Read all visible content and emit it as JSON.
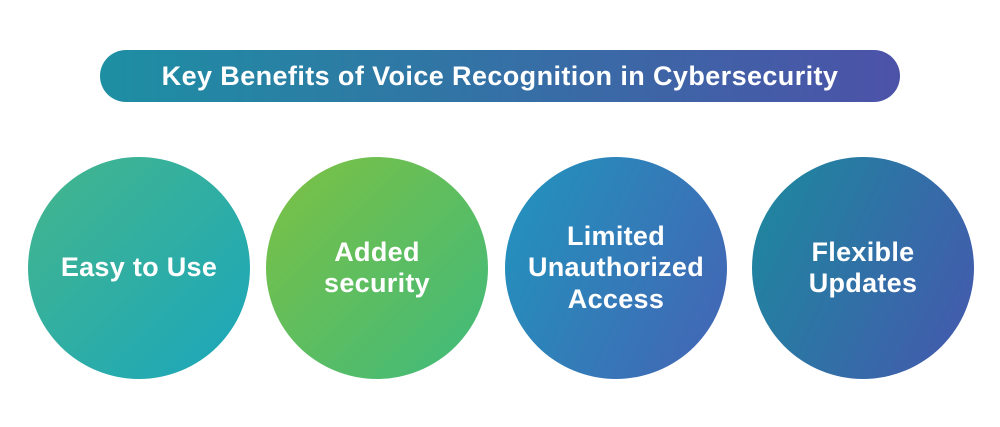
{
  "banner": {
    "title": "Key Benefits of Voice Recognition in Cybersecurity",
    "text_color": "#ffffff",
    "gradient": {
      "angle": "90deg",
      "start": "#1d8fa3",
      "end": "#4c52a8"
    }
  },
  "benefits": [
    {
      "label": "Easy to Use",
      "lines": [
        "Easy to Use"
      ],
      "text_color": "#ffffff",
      "gradient": {
        "angle": "135deg",
        "start": "#45b68b",
        "end": "#1aa6bc"
      }
    },
    {
      "label": "Added security",
      "lines": [
        "Added",
        "security"
      ],
      "text_color": "#ffffff",
      "gradient": {
        "angle": "135deg",
        "start": "#7ec142",
        "end": "#3eba7d"
      }
    },
    {
      "label": "Limited Unauthorized Access",
      "lines": [
        "Limited",
        "Unauthorized",
        "Access"
      ],
      "text_color": "#ffffff",
      "gradient": {
        "angle": "115deg",
        "start": "#2095bd",
        "end": "#4563b4"
      }
    },
    {
      "label": "Flexible Updates",
      "lines": [
        "Flexible",
        "Updates"
      ],
      "text_color": "#ffffff",
      "gradient": {
        "angle": "115deg",
        "start": "#1b8a9e",
        "end": "#4657ae"
      }
    }
  ]
}
